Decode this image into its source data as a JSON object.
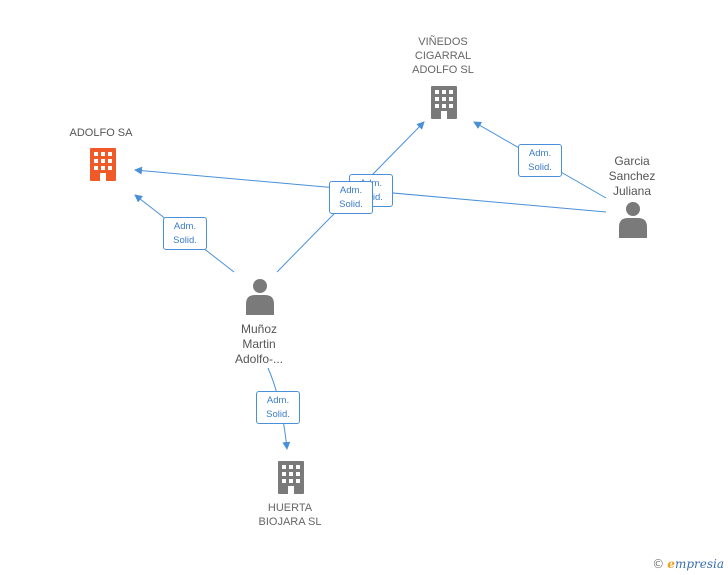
{
  "colors": {
    "edge": "#4a90d9",
    "company": "#7a7a7a",
    "company_highlight": "#f05a28",
    "person": "#7a7a7a"
  },
  "nodes": {
    "adolfo_sa": {
      "label": "ADOLFO SA",
      "icon": "building-icon",
      "highlight": true
    },
    "vinedos": {
      "label": "VIÑEDOS\nCIGARRAL\nADOLFO SL",
      "icon": "building-icon"
    },
    "huerta": {
      "label": "HUERTA\nBIOJARA SL",
      "icon": "building-icon"
    },
    "munoz": {
      "label": "Muñoz\nMartin\nAdolfo-...",
      "icon": "person-icon"
    },
    "garcia": {
      "label": "Garcia\nSanchez\nJuliana",
      "icon": "person-icon"
    }
  },
  "edges": [
    {
      "from": "munoz",
      "to": "adolfo_sa",
      "label": "Adm.\nSolid."
    },
    {
      "from": "munoz",
      "to": "vinedos",
      "label": "Adm.\nSolid."
    },
    {
      "from": "munoz",
      "to": "huerta",
      "label": "Adm.\nSolid."
    },
    {
      "from": "garcia",
      "to": "adolfo_sa",
      "label": "Adm.\nSolid."
    },
    {
      "from": "garcia",
      "to": "vinedos",
      "label": "Adm.\nSolid."
    }
  ],
  "brand": {
    "copyright": "©",
    "name": "mpresia",
    "initial": "e"
  }
}
